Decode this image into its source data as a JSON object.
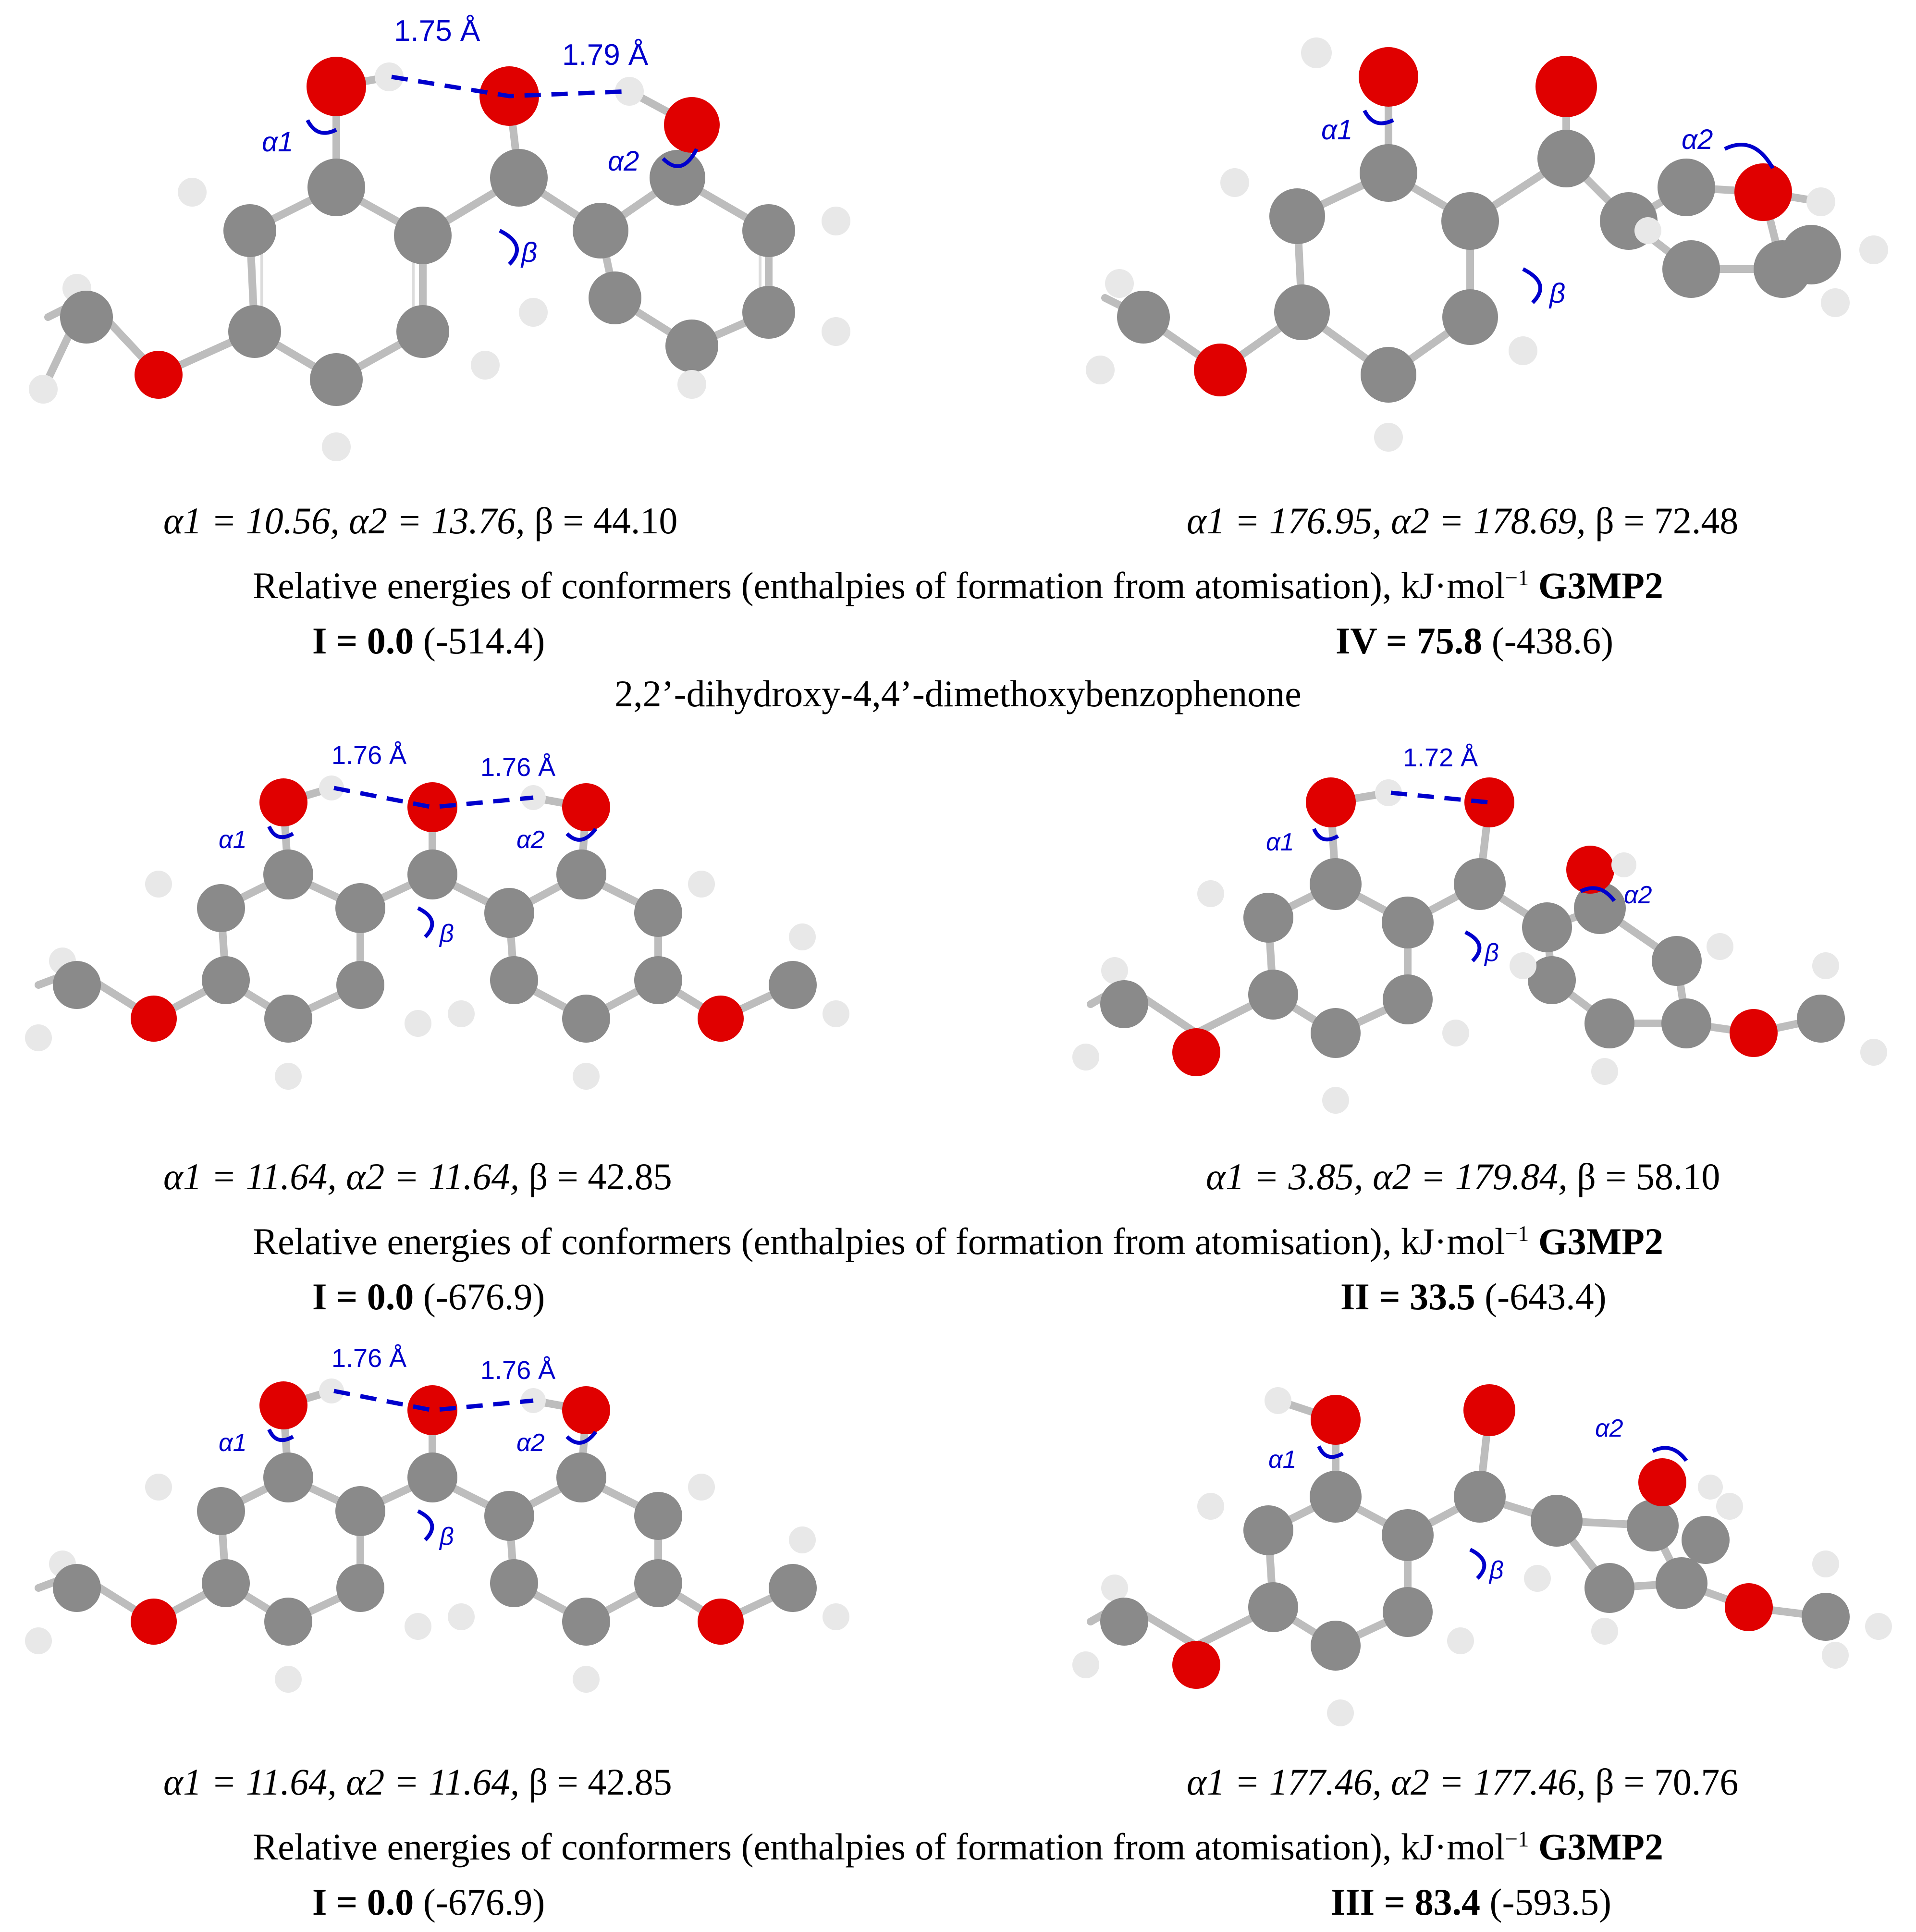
{
  "colors": {
    "carbon": "#8a8a8a",
    "oxygen": "#e00000",
    "hydrogen": "#e8e8e8",
    "annotation": "#0000cc"
  },
  "panels": [
    {
      "id": "panel-1",
      "left": {
        "hbonds": [
          "1.75 Å",
          "1.79 Å"
        ],
        "angles": [
          "α1",
          "α2",
          "β"
        ],
        "caption_a1": "α1 = 10.56, ",
        "caption_a2": "α2 = 13.76, ",
        "caption_b": "β = 44.10"
      },
      "right": {
        "hbonds": [],
        "angles": [
          "α1",
          "α2",
          "β"
        ],
        "caption_a1": "α1 = 176.95, ",
        "caption_a2": "α2 = 178.69, ",
        "caption_b": "β = 72.48"
      },
      "energy_text": "Relative energies of conformers (enthalpies of formation from atomisation), kJ·mol",
      "energy_sup": "−1",
      "energy_method": "G3MP2",
      "left_conf_bold": "I = 0.0",
      "left_conf_value": "(-514.4)",
      "right_conf_bold": "IV = 75.8",
      "right_conf_value": "(-438.6)",
      "compound": "2,2’-dihydroxy-4,4’-dimethoxybenzophenone"
    },
    {
      "id": "panel-2",
      "left": {
        "hbonds": [
          "1.76 Å",
          "1.76 Å"
        ],
        "angles": [
          "α1",
          "α2",
          "β"
        ],
        "caption_a1": "α1 = 11.64, ",
        "caption_a2": "α2 = 11.64, ",
        "caption_b": "β = 42.85"
      },
      "right": {
        "hbonds": [
          "1.72 Å"
        ],
        "angles": [
          "α1",
          "α2",
          "β"
        ],
        "caption_a1": "α1 = 3.85, ",
        "caption_a2": "α2 = 179.84, ",
        "caption_b": "β = 58.10"
      },
      "energy_text": "Relative energies of conformers (enthalpies of formation from atomisation), kJ·mol",
      "energy_sup": "−1",
      "energy_method": "G3MP2",
      "left_conf_bold": "I = 0.0",
      "left_conf_value": "(-676.9)",
      "right_conf_bold": "II = 33.5",
      "right_conf_value": "(-643.4)"
    },
    {
      "id": "panel-3",
      "left": {
        "hbonds": [
          "1.76 Å",
          "1.76 Å"
        ],
        "angles": [
          "α1",
          "α2",
          "β"
        ],
        "caption_a1": "α1 = 11.64, ",
        "caption_a2": "α2 = 11.64, ",
        "caption_b": "β = 42.85"
      },
      "right": {
        "hbonds": [],
        "angles": [
          "α1",
          "α2",
          "β"
        ],
        "caption_a1": "α1 = 177.46, ",
        "caption_a2": "α2 = 177.46, ",
        "caption_b": "β = 70.76"
      },
      "energy_text": "Relative energies of conformers (enthalpies of formation from atomisation), kJ·mol",
      "energy_sup": "−1",
      "energy_method": "G3MP2",
      "left_conf_bold": "I = 0.0",
      "left_conf_value": "(-676.9)",
      "right_conf_bold": "III = 83.4",
      "right_conf_value": "(-593.5)"
    }
  ]
}
